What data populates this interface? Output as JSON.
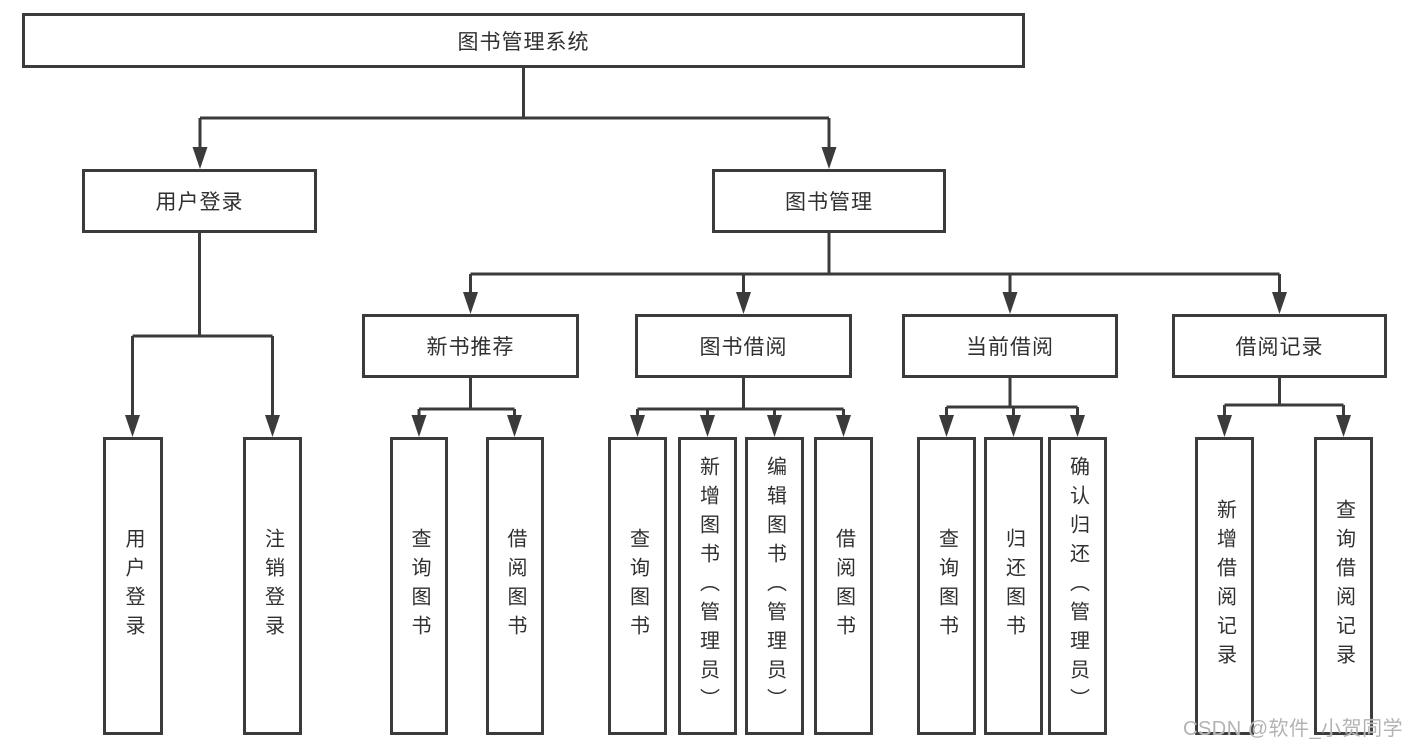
{
  "diagram_type": "hierarchy-tree",
  "nodes": {
    "root": "图书管理系统",
    "user_login": "用户登录",
    "book_mgmt": "图书管理",
    "new_books": "新书推荐",
    "book_borrow": "图书借阅",
    "current_borrow": "当前借阅",
    "borrow_records": "借阅记录",
    "login_leaf": "用户登录",
    "logout_leaf": "注销登录",
    "nb_query_books": "查询图书",
    "nb_borrow_books": "借阅图书",
    "bb_query_books": "查询图书",
    "bb_add_books": "新增图书（管理员）",
    "bb_edit_books": "编辑图书（管理员）",
    "bb_borrow_books": "借阅图书",
    "cb_query_books": "查询图书",
    "cb_return_books": "归还图书",
    "cb_confirm_return": "确认归还（管理员）",
    "br_add_record": "新增借阅记录",
    "br_query_record": "查询借阅记录"
  },
  "structure": {
    "图书管理系统": {
      "用户登录": [
        "用户登录",
        "注销登录"
      ],
      "图书管理": {
        "新书推荐": [
          "查询图书",
          "借阅图书"
        ],
        "图书借阅": [
          "查询图书",
          "新增图书（管理员）",
          "编辑图书（管理员）",
          "借阅图书"
        ],
        "当前借阅": [
          "查询图书",
          "归还图书",
          "确认归还（管理员）"
        ],
        "借阅记录": [
          "新增借阅记录",
          "查询借阅记录"
        ]
      }
    }
  },
  "watermark": "CSDN @软件_小贺同学",
  "colors": {
    "line": "#3b3b3b",
    "box_border": "#3b3b3b",
    "text": "#303030",
    "background": "#ffffff",
    "watermark": "#b3b3b3"
  }
}
